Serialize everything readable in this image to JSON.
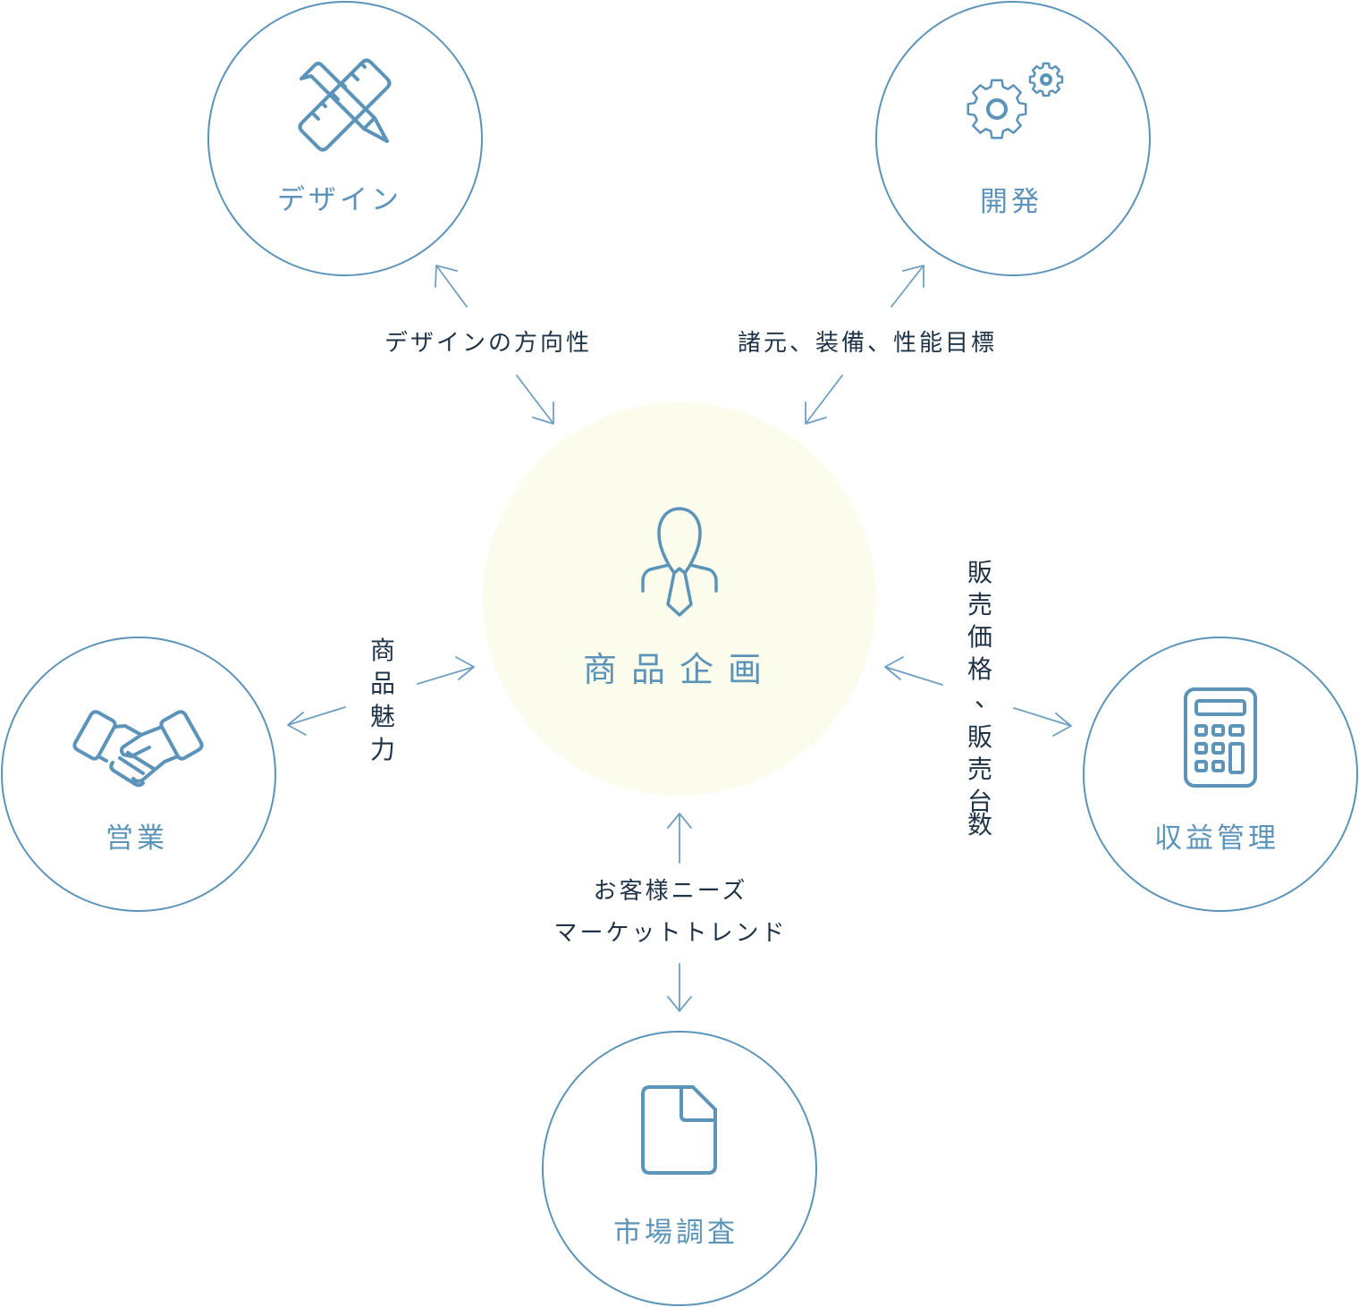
{
  "hub": {
    "label": "商品企画",
    "icon": "businessman-icon"
  },
  "nodes": {
    "design": {
      "label": "デザイン",
      "icon": "ruler-pencil-icon"
    },
    "develop": {
      "label": "開発",
      "icon": "gears-icon"
    },
    "sales": {
      "label": "営業",
      "icon": "handshake-icon"
    },
    "profit": {
      "label": "収益管理",
      "icon": "calculator-icon"
    },
    "research": {
      "label": "市場調査",
      "icon": "document-icon"
    }
  },
  "flows": {
    "design": {
      "label": "デザインの方向性"
    },
    "develop": {
      "label": "諸元、装備、性能目標"
    },
    "sales": {
      "label": "商品魅力"
    },
    "profit": {
      "label": "販売価格、販売台数"
    },
    "research": {
      "line1": "お客様ニーズ",
      "line2": "マーケットトレンド"
    }
  },
  "colors": {
    "accent": "#5b93b9",
    "hub_fill": "#fbfcec",
    "text": "#1f3346"
  }
}
